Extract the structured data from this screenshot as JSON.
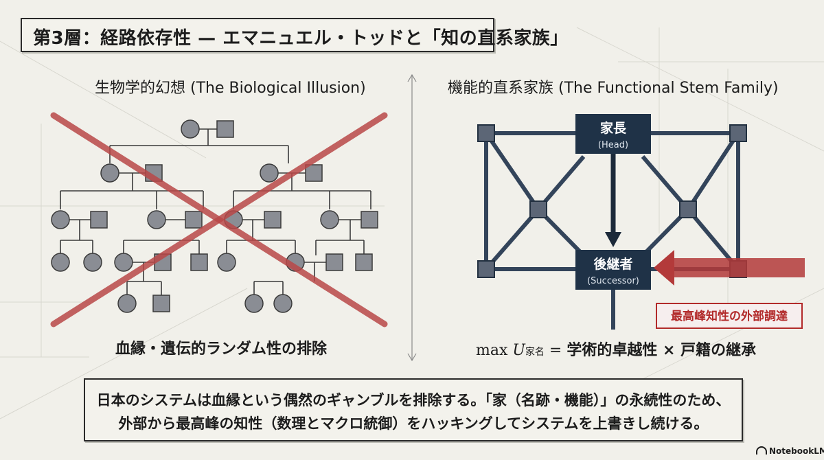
{
  "title": "第3層：経路依存性 — エマニュエル・トッドと「知の直系家族」",
  "left": {
    "heading": "生物学的幻想 (The Biological Illusion)",
    "caption": "血縁・遺伝的ランダム性の排除"
  },
  "right": {
    "heading": "機能的直系家族 (The Functional Stem Family)",
    "head_label": "家長",
    "head_sub": "(Head)",
    "successor_label": "後継者",
    "successor_sub": "(Successor)",
    "external_label": "最高峰知性の外部調達",
    "formula": {
      "max": "max",
      "u": "U",
      "u_sub": "家名",
      "eq": " = ",
      "rhs": "学術的卓越性 × 戸籍の継承"
    }
  },
  "summary": {
    "line1": "日本のシステムは血縁という偶然のギャンブルを排除する。「家（名跡・機能）」の永続性のため、",
    "line2": "外部から最高峰の知性（数理とマクロ統御）をハッキングしてシステムを上書きし続ける。"
  },
  "logo": "NotebookLM",
  "colors": {
    "node": "#8a8d94",
    "square_node": "#9a9ca3",
    "network": "#33445a",
    "cross": "#b84848",
    "arrow_red": "#b33a3a",
    "label_red": "#b22a2a"
  }
}
